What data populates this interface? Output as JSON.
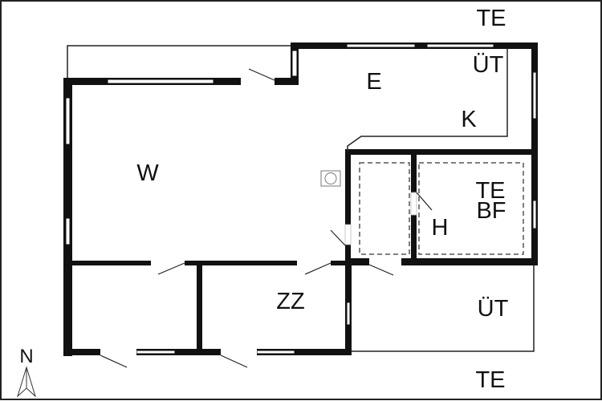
{
  "plan": {
    "rooms": {
      "te_top": "TE",
      "ut_top": "ÜT",
      "e": "E",
      "k": "K",
      "w": "W",
      "te_bath": "TE",
      "bf": "BF",
      "h": "H",
      "zz": "ZZ",
      "ut_bottom": "ÜT",
      "te_bottom": "TE"
    },
    "compass": {
      "label": "N"
    }
  },
  "colors": {
    "wall": "#111111",
    "background": "#ffffff"
  }
}
